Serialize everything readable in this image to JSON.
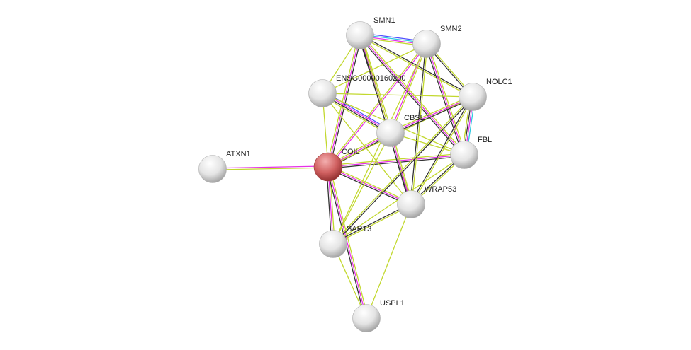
{
  "colors": {
    "textmining": "#c2d82e",
    "experiments": "#e633e6",
    "coexpression": "#333333",
    "database": "#2ec8e0",
    "homology": "#5050ff",
    "query_node": "#d05555",
    "node": "#e8e8e8"
  },
  "nodes": [
    {
      "id": "SMN1",
      "label": "SMN1",
      "query": false
    },
    {
      "id": "SMN2",
      "label": "SMN2",
      "query": false
    },
    {
      "id": "ENSG",
      "label": "ENSG00000160200",
      "query": false
    },
    {
      "id": "NOLC1",
      "label": "NOLC1",
      "query": false
    },
    {
      "id": "CBSL",
      "label": "CBSL",
      "query": false
    },
    {
      "id": "FBL",
      "label": "FBL",
      "query": false
    },
    {
      "id": "COIL",
      "label": "COIL",
      "query": true
    },
    {
      "id": "ATXN1",
      "label": "ATXN1",
      "query": false
    },
    {
      "id": "WRAP53",
      "label": "WRAP53",
      "query": false
    },
    {
      "id": "SART3",
      "label": "SART3",
      "query": false
    },
    {
      "id": "USPL1",
      "label": "USPL1",
      "query": false
    }
  ],
  "edges": [
    [
      "COIL",
      "ATXN1",
      [
        "textmining",
        "experiments"
      ]
    ],
    [
      "COIL",
      "SMN1",
      [
        "textmining",
        "experiments",
        "coexpression"
      ]
    ],
    [
      "COIL",
      "SMN2",
      [
        "textmining",
        "experiments"
      ]
    ],
    [
      "COIL",
      "ENSG",
      [
        "textmining"
      ]
    ],
    [
      "COIL",
      "CBSL",
      [
        "textmining",
        "experiments",
        "coexpression"
      ]
    ],
    [
      "COIL",
      "NOLC1",
      [
        "textmining"
      ]
    ],
    [
      "COIL",
      "FBL",
      [
        "textmining",
        "experiments",
        "coexpression"
      ]
    ],
    [
      "COIL",
      "WRAP53",
      [
        "textmining",
        "experiments",
        "coexpression"
      ]
    ],
    [
      "COIL",
      "SART3",
      [
        "textmining",
        "experiments",
        "coexpression"
      ]
    ],
    [
      "COIL",
      "USPL1",
      [
        "textmining",
        "experiments",
        "coexpression"
      ]
    ],
    [
      "SMN1",
      "SMN2",
      [
        "homology",
        "database",
        "experiments",
        "textmining"
      ]
    ],
    [
      "SMN1",
      "ENSG",
      [
        "textmining"
      ]
    ],
    [
      "SMN1",
      "CBSL",
      [
        "textmining",
        "experiments",
        "coexpression"
      ]
    ],
    [
      "SMN1",
      "NOLC1",
      [
        "coexpression",
        "textmining"
      ]
    ],
    [
      "SMN1",
      "FBL",
      [
        "textmining",
        "experiments",
        "coexpression"
      ]
    ],
    [
      "SMN1",
      "WRAP53",
      [
        "textmining",
        "coexpression"
      ]
    ],
    [
      "SMN2",
      "ENSG",
      [
        "textmining"
      ]
    ],
    [
      "SMN2",
      "CBSL",
      [
        "textmining",
        "experiments"
      ]
    ],
    [
      "SMN2",
      "NOLC1",
      [
        "textmining",
        "coexpression"
      ]
    ],
    [
      "SMN2",
      "FBL",
      [
        "textmining",
        "experiments",
        "coexpression"
      ]
    ],
    [
      "SMN2",
      "WRAP53",
      [
        "textmining",
        "coexpression"
      ]
    ],
    [
      "SMN2",
      "SART3",
      [
        "textmining"
      ]
    ],
    [
      "ENSG",
      "CBSL",
      [
        "homology",
        "experiments",
        "coexpression",
        "textmining"
      ]
    ],
    [
      "ENSG",
      "NOLC1",
      [
        "textmining"
      ]
    ],
    [
      "ENSG",
      "FBL",
      [
        "textmining"
      ]
    ],
    [
      "ENSG",
      "WRAP53",
      [
        "textmining"
      ]
    ],
    [
      "CBSL",
      "NOLC1",
      [
        "textmining",
        "experiments",
        "coexpression"
      ]
    ],
    [
      "CBSL",
      "FBL",
      [
        "textmining"
      ]
    ],
    [
      "CBSL",
      "WRAP53",
      [
        "textmining",
        "experiments",
        "coexpression"
      ]
    ],
    [
      "CBSL",
      "SART3",
      [
        "textmining"
      ]
    ],
    [
      "NOLC1",
      "FBL",
      [
        "database",
        "experiments",
        "coexpression",
        "textmining"
      ]
    ],
    [
      "NOLC1",
      "WRAP53",
      [
        "textmining",
        "coexpression"
      ]
    ],
    [
      "NOLC1",
      "SART3",
      [
        "coexpression",
        "textmining"
      ]
    ],
    [
      "FBL",
      "WRAP53",
      [
        "textmining",
        "coexpression"
      ]
    ],
    [
      "FBL",
      "SART3",
      [
        "textmining"
      ]
    ],
    [
      "WRAP53",
      "SART3",
      [
        "textmining",
        "coexpression"
      ]
    ],
    [
      "WRAP53",
      "USPL1",
      [
        "textmining"
      ]
    ],
    [
      "SART3",
      "USPL1",
      [
        "textmining"
      ]
    ]
  ]
}
